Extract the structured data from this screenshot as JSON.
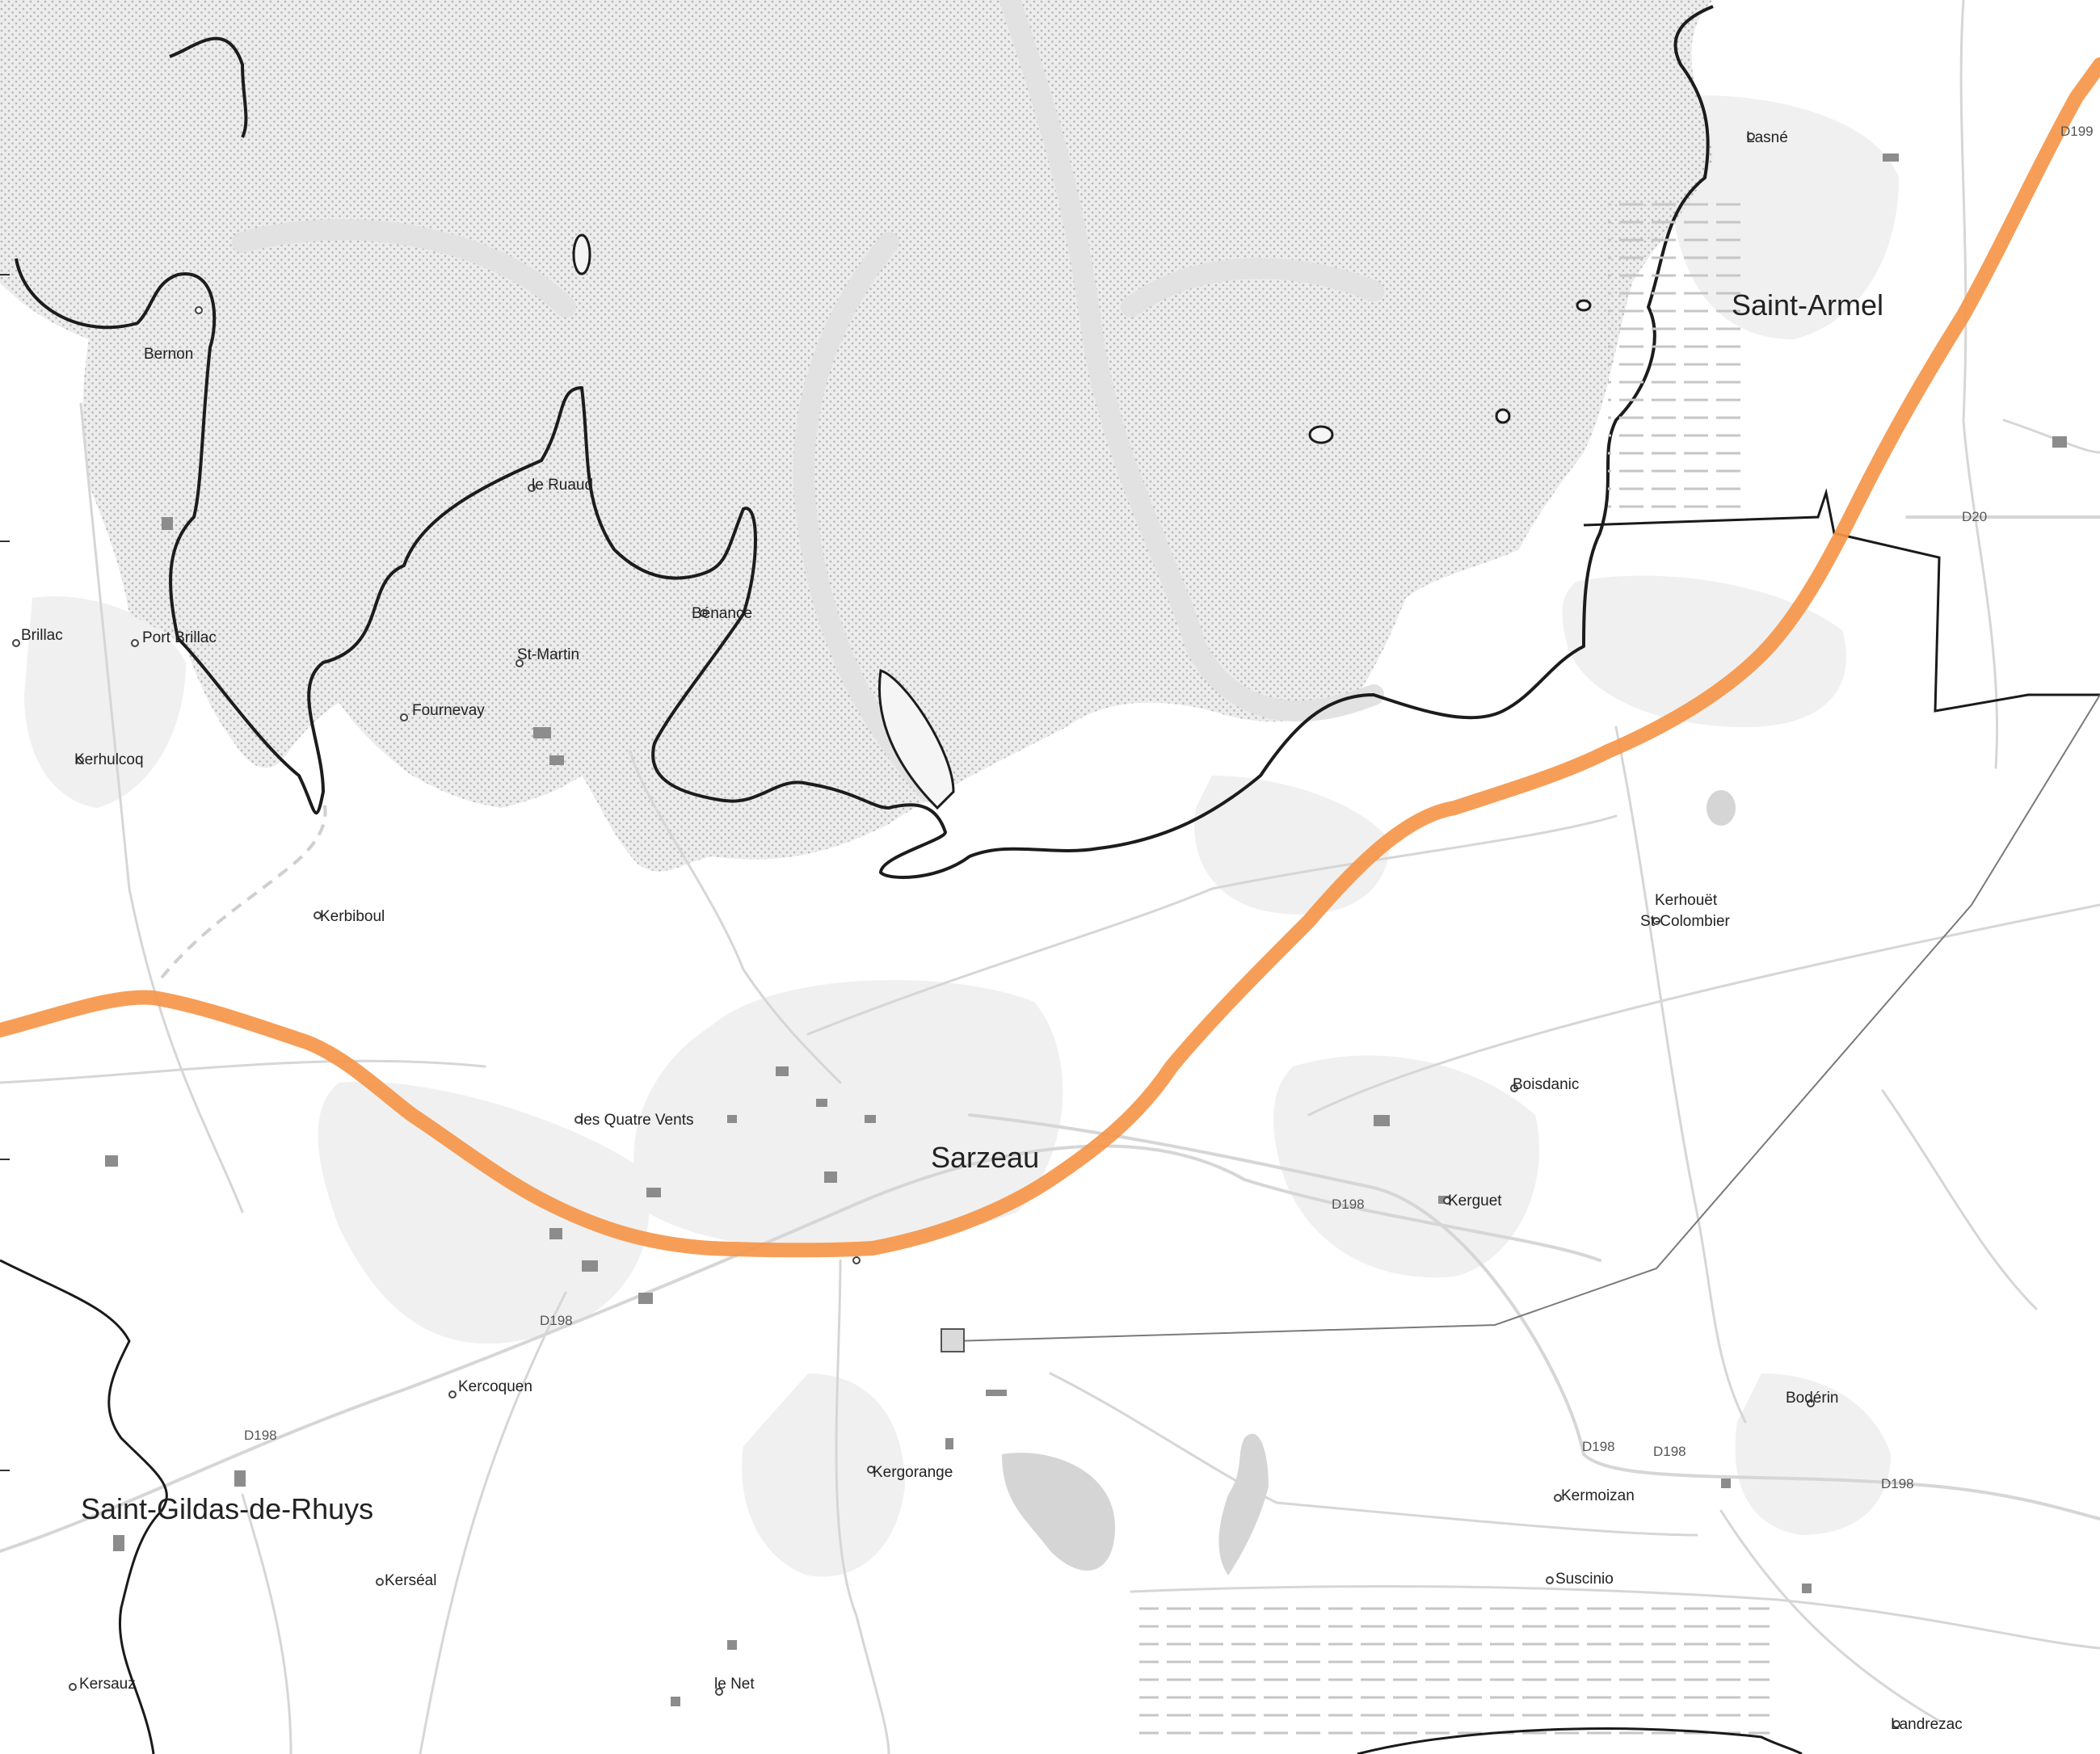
{
  "map": {
    "places": [
      {
        "id": "saint-armel",
        "label": "Saint-Armel",
        "kind": "town"
      },
      {
        "id": "sarzeau",
        "label": "Sarzeau",
        "kind": "town"
      },
      {
        "id": "saint-gildas",
        "label": "Saint-Gildas-de-Rhuys",
        "kind": "town"
      },
      {
        "id": "lasne",
        "label": "Lasné",
        "kind": "hamlet"
      },
      {
        "id": "bernon",
        "label": "Bernon",
        "kind": "hamlet"
      },
      {
        "id": "le-ruaud",
        "label": "le Ruaud",
        "kind": "hamlet"
      },
      {
        "id": "benance",
        "label": "Bénance",
        "kind": "hamlet"
      },
      {
        "id": "brillac",
        "label": "Brillac",
        "kind": "hamlet"
      },
      {
        "id": "port-brillac",
        "label": "Port Brillac",
        "kind": "hamlet"
      },
      {
        "id": "st-martin",
        "label": "St-Martin",
        "kind": "hamlet"
      },
      {
        "id": "fournevay",
        "label": "Fournevay",
        "kind": "hamlet"
      },
      {
        "id": "kerhulcoq",
        "label": "Kerhulcoq",
        "kind": "hamlet"
      },
      {
        "id": "kerbiboul",
        "label": "Kerbiboul",
        "kind": "hamlet"
      },
      {
        "id": "kerhouet",
        "label": "Kerhouët",
        "kind": "hamlet"
      },
      {
        "id": "st-colombier",
        "label": "St-Colombier",
        "kind": "hamlet"
      },
      {
        "id": "boisdanic",
        "label": "Boisdanic",
        "kind": "hamlet"
      },
      {
        "id": "les-quatre-vents",
        "label": "les Quatre Vents",
        "kind": "hamlet"
      },
      {
        "id": "kerguet",
        "label": "Kerguet",
        "kind": "hamlet"
      },
      {
        "id": "kercoquen",
        "label": "Kercoquen",
        "kind": "hamlet"
      },
      {
        "id": "boderin",
        "label": "Bodérin",
        "kind": "hamlet"
      },
      {
        "id": "kergorange",
        "label": "Kergorange",
        "kind": "hamlet"
      },
      {
        "id": "kermoizan",
        "label": "Kermoizan",
        "kind": "hamlet"
      },
      {
        "id": "suscinio",
        "label": "Suscinio",
        "kind": "hamlet"
      },
      {
        "id": "kerseal",
        "label": "Kerséal",
        "kind": "hamlet"
      },
      {
        "id": "kersauz",
        "label": "Kersauz",
        "kind": "hamlet"
      },
      {
        "id": "le-net",
        "label": "le Net",
        "kind": "hamlet"
      },
      {
        "id": "landrezac",
        "label": "Landrezac",
        "kind": "hamlet"
      }
    ],
    "road_labels": [
      {
        "id": "d199",
        "label": "D199"
      },
      {
        "id": "d20",
        "label": "D20"
      },
      {
        "id": "d198-a",
        "label": "D198"
      },
      {
        "id": "d198-b",
        "label": "D198"
      },
      {
        "id": "d198-c",
        "label": "D198"
      },
      {
        "id": "d198-d",
        "label": "D198"
      },
      {
        "id": "d198-e",
        "label": "D198"
      },
      {
        "id": "d198-f",
        "label": "D198"
      }
    ],
    "colors": {
      "route": "#f5964a",
      "water": "#ebebeb",
      "coastline": "#1c1c1c",
      "road": "#d6d6d6",
      "urban": "#f0f0f0",
      "building": "#8c8c8c"
    }
  }
}
